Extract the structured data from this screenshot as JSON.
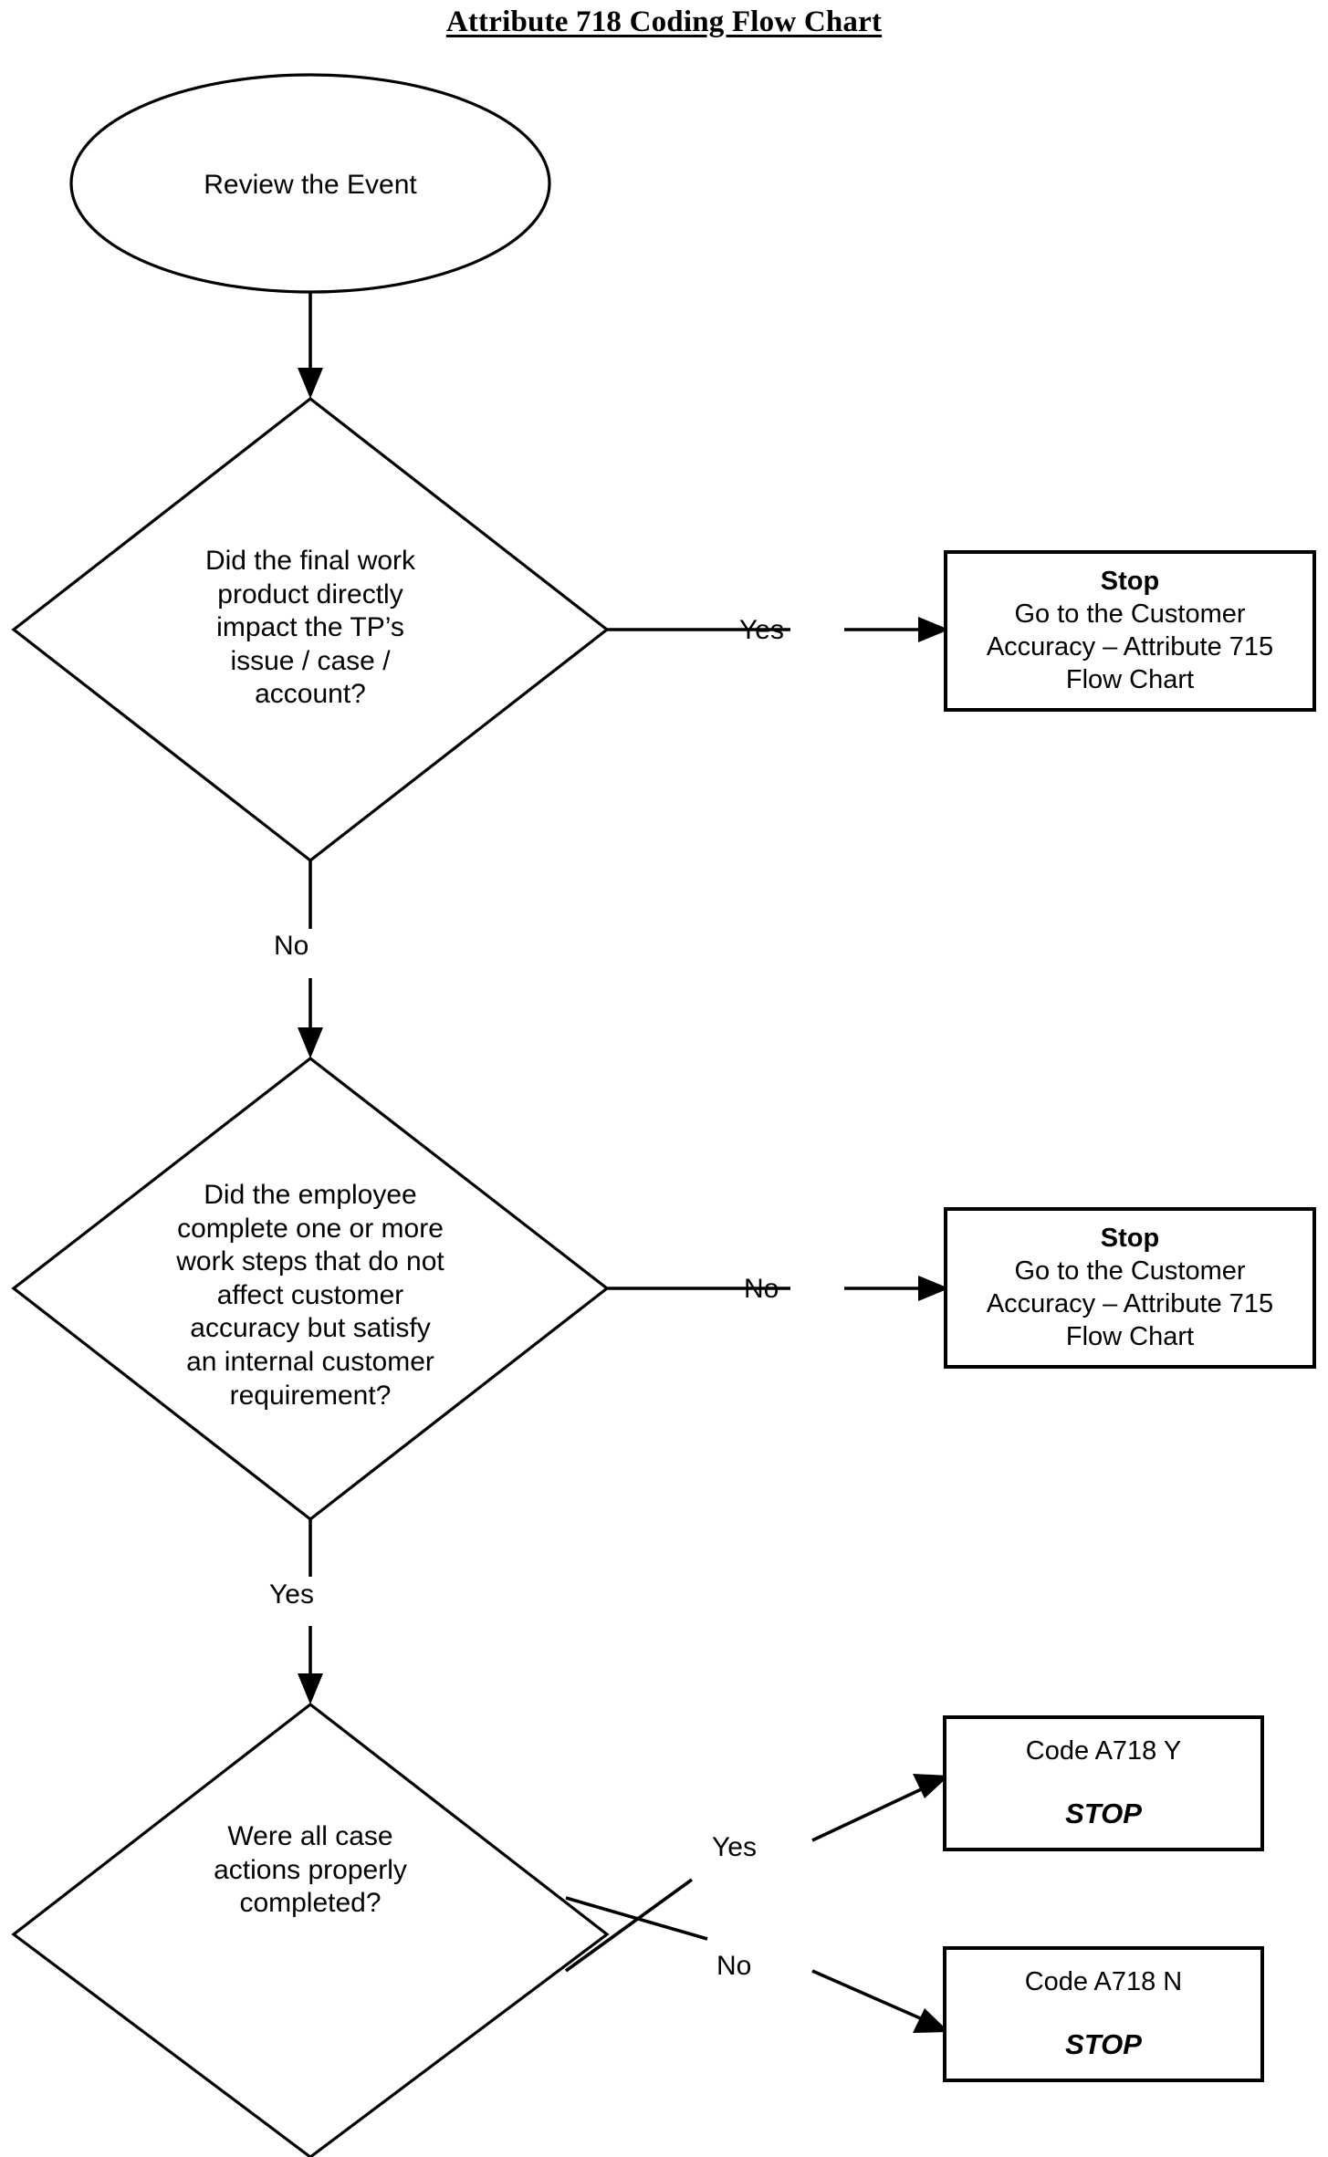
{
  "document": {
    "title": "Attribute 718 Coding Flow Chart"
  },
  "chart_data": {
    "type": "flowchart",
    "title": "Attribute 718 Coding Flow Chart",
    "orientation": "top-to-bottom",
    "nodes": [
      {
        "id": "start",
        "shape": "oval",
        "text": "Review the Event"
      },
      {
        "id": "decision1",
        "shape": "diamond",
        "text": "Did the final work\nproduct directly\nimpact the TP’s\nissue / case /\naccount?"
      },
      {
        "id": "decision2",
        "shape": "diamond",
        "text": "Did the employee\ncomplete one or more\nwork steps that do not\naffect customer\naccuracy but satisfy\nan internal customer\nrequirement?"
      },
      {
        "id": "decision3",
        "shape": "diamond",
        "text": "Were all case\nactions properly\ncompleted?"
      },
      {
        "id": "stop1",
        "shape": "rectangle",
        "heading": "Stop",
        "text": "Go to the Customer\nAccuracy – Attribute 715\nFlow Chart"
      },
      {
        "id": "stop2",
        "shape": "rectangle",
        "heading": "Stop",
        "text": "Go to the Customer\nAccuracy – Attribute 715\nFlow Chart"
      },
      {
        "id": "codeY",
        "shape": "rectangle",
        "text": "Code A718  Y",
        "stop": "STOP"
      },
      {
        "id": "codeN",
        "shape": "rectangle",
        "text": "Code A718  N",
        "stop": "STOP"
      }
    ],
    "edges": [
      {
        "from": "start",
        "to": "decision1",
        "label": ""
      },
      {
        "from": "decision1",
        "to": "stop1",
        "label": "Yes"
      },
      {
        "from": "decision1",
        "to": "decision2",
        "label": "No"
      },
      {
        "from": "decision2",
        "to": "stop2",
        "label": "No"
      },
      {
        "from": "decision2",
        "to": "decision3",
        "label": "Yes"
      },
      {
        "from": "decision3",
        "to": "codeY",
        "label": "Yes"
      },
      {
        "from": "decision3",
        "to": "codeN",
        "label": "No"
      }
    ]
  },
  "start_node": {
    "label": "Review the Event"
  },
  "decision1": {
    "text": "Did the final work\nproduct directly\nimpact the TP’s\nissue / case /\naccount?",
    "yes_label": "Yes",
    "no_label": "No"
  },
  "decision2": {
    "text": "Did the employee\ncomplete one or more\nwork steps that do not\naffect customer\naccuracy but satisfy\nan internal customer\nrequirement?",
    "no_label": "No",
    "yes_label": "Yes"
  },
  "decision3": {
    "text": "Were all case\nactions properly\ncompleted?",
    "yes_label": "Yes",
    "no_label": "No"
  },
  "stop_box_1": {
    "heading": "Stop",
    "body": "Go to the Customer\nAccuracy – Attribute 715\nFlow Chart"
  },
  "stop_box_2": {
    "heading": "Stop",
    "body": "Go to the Customer\nAccuracy – Attribute 715\nFlow Chart"
  },
  "code_box_yes": {
    "code": "Code A718  Y",
    "stop": "STOP"
  },
  "code_box_no": {
    "code": "Code A718  N",
    "stop": "STOP"
  },
  "colors": {
    "stroke": "#000000",
    "fill": "#ffffff",
    "text": "#000000"
  }
}
